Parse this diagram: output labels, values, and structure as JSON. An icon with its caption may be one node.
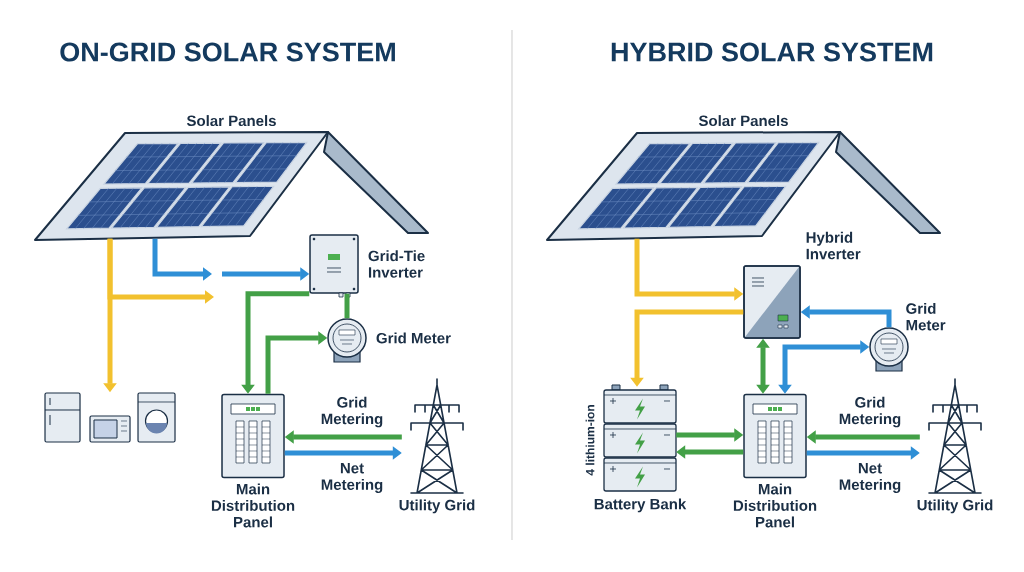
{
  "diagram": {
    "nodes": [
      {
        "text": [
          "Solar Panels"
        ]
      },
      {
        "text": [
          "Grid-Tie Inverter"
        ]
      },
      {
        "text": [
          "Grid Meter"
        ]
      },
      {
        "text": [],
        "shape": "picture"
      },
      {
        "text": [
          "Main Distribution Panel"
        ]
      },
      {
        "text": [
          "Utility Grid"
        ]
      },
      {
        "text": [
          "Solar Panels"
        ]
      },
      {
        "text": [
          "Hybrid Inverter"
        ]
      },
      {
        "text": [
          "Grid Meter"
        ]
      },
      {
        "text": [
          "Battery Bank"
        ],
        "beside": [
          "4 lithium-ion"
        ]
      },
      {
        "text": [
          "Main Distribution Panel"
        ]
      },
      {
        "text": [
          "Utility Grid"
        ]
      }
    ],
    "edges": [
      {
        "from": 0,
        "to": 3,
        "arrow": "to",
        "color": "#f2c12e"
      },
      {
        "from": 0,
        "to": null,
        "arrow": "to",
        "color": "#f2c12e"
      },
      {
        "from": 0,
        "to": null,
        "arrow": "to",
        "color": "#2f8fd6"
      },
      {
        "from": null,
        "to": 1,
        "arrow": "to",
        "color": "#2f8fd6"
      },
      {
        "from": 1,
        "to": 4,
        "arrow": "to",
        "color": "#43a047"
      },
      {
        "from": 4,
        "to": 2,
        "arrow": "to",
        "color": "#43a047"
      },
      {
        "from": 1,
        "to": 2,
        "arrow": "none",
        "color": "#43a047"
      },
      {
        "from": 5,
        "to": 4,
        "arrow": "to",
        "label": "Grid Metering",
        "color": "#43a047"
      },
      {
        "from": 4,
        "to": 5,
        "arrow": "to",
        "label": "Net Metering",
        "color": "#2f8fd6"
      },
      {
        "from": 6,
        "to": 7,
        "arrow": "to",
        "color": "#f2c12e"
      },
      {
        "from": 7,
        "to": 9,
        "arrow": "to",
        "color": "#f2c12e"
      },
      {
        "from": 8,
        "to": 7,
        "arrow": "to",
        "color": "#2f8fd6"
      },
      {
        "from": 7,
        "to": 10,
        "arrow": "both",
        "color": "#43a047"
      },
      {
        "from": 8,
        "to": 10,
        "arrow": "both",
        "color": "#2f8fd6"
      },
      {
        "from": 9,
        "to": 10,
        "arrow": "to",
        "color": "#43a047"
      },
      {
        "from": 10,
        "to": 9,
        "arrow": "to",
        "color": "#43a047"
      },
      {
        "from": 11,
        "to": 10,
        "arrow": "to",
        "label": "Grid Metering",
        "color": "#43a047"
      },
      {
        "from": 10,
        "to": 11,
        "arrow": "to",
        "label": "Net Metering",
        "color": "#2f8fd6"
      }
    ],
    "labels": [
      "ON-GRID SOLAR SYSTEM",
      "HYBRID SOLAR SYSTEM"
    ]
  }
}
